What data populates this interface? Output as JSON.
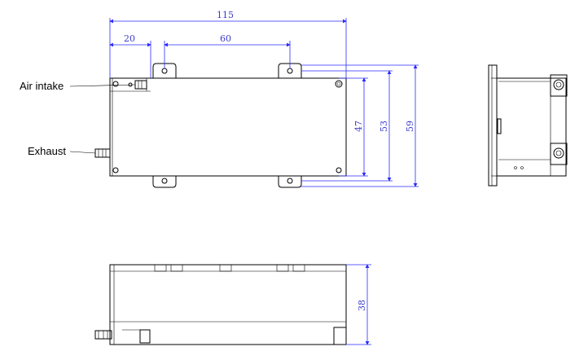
{
  "labels": {
    "air_intake": "Air intake",
    "exhaust": "Exhaust"
  },
  "dimensions": {
    "total_length": "115",
    "left_offset": "20",
    "mount_spacing": "60",
    "inner_height": "47",
    "mid_height": "53",
    "outer_height": "59",
    "side_height": "38"
  },
  "colors": {
    "dimension": "#2a2aff",
    "outline": "#000000"
  }
}
